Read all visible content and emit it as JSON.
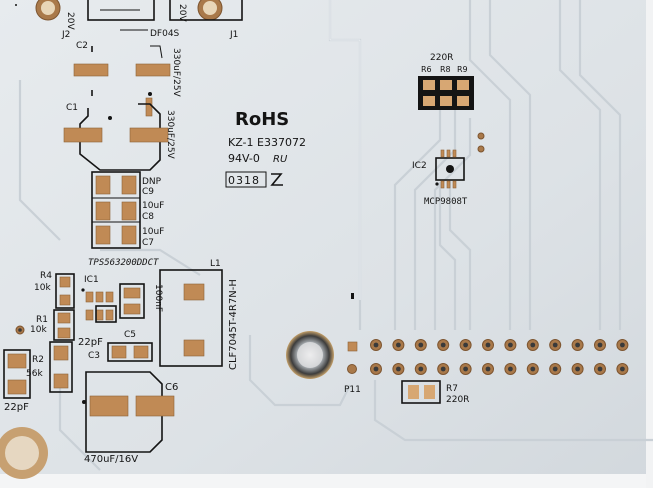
{
  "board": {
    "rohs_label": "RoHS",
    "ul_code": "KZ-1 E337072",
    "flame_rating": "94V-0",
    "ul_mark": "RU",
    "date_code": "0318"
  },
  "connectors": {
    "j1": "J1",
    "j2": "J2",
    "j1_voltage": "20V",
    "j2_voltage": "20V",
    "p11": "P11"
  },
  "components": {
    "c1": "C1",
    "c2": "C2",
    "c1_value": "330uF/25V",
    "c2_value": "330uF/25V",
    "d_bridge": "DF04S",
    "c9": "C9",
    "c8": "C8",
    "c7": "C7",
    "c9_value": "DNP",
    "c8_value": "10uF",
    "c7_value": "10uF",
    "regulator": "TPS563200DDCT",
    "ic1": "IC1",
    "l1": "L1",
    "l1_value": "CLF7045T-4R7N-H",
    "r4": "R4",
    "r4_value": "10k",
    "r1": "R1",
    "r1_value": "10k",
    "r2": "R2",
    "r2_value": "56k",
    "pf_left": "22pF",
    "pf_mid": "22pF",
    "c5": "C5",
    "c3": "C3",
    "nf_value": "100nF",
    "c6": "C6",
    "c6_value": "470uF/16V",
    "resistor_value_top": "220R",
    "r6": "R6",
    "r8": "R8",
    "r9": "R9",
    "ic2": "IC2",
    "ic2_part": "MCP9808T",
    "r7": "R7",
    "r7_value": "220R"
  }
}
